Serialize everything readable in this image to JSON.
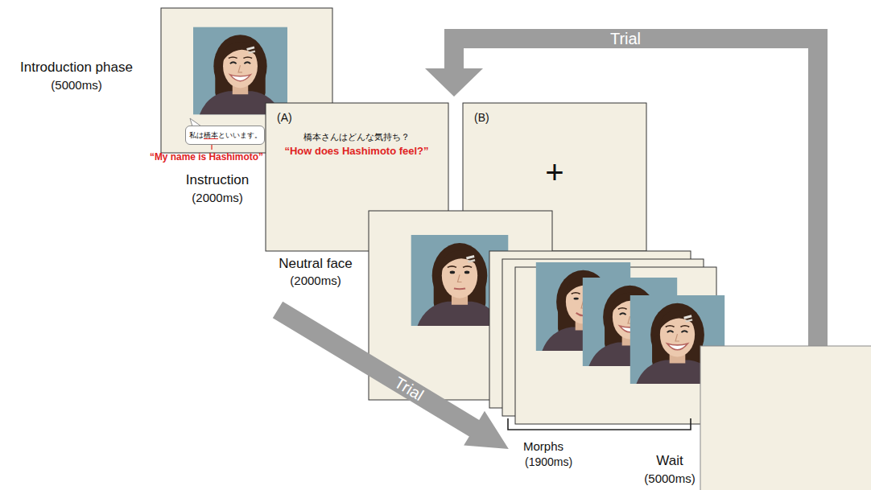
{
  "diagram": {
    "nodes": [
      {
        "text": [
          "“My name is Hashimoto”"
        ]
      },
      {
        "text": [
          "私は橋本といいます。"
        ],
        "in": 0
      },
      {
        "text": [
          "(A)",
          "橋本さんはどんな気持ち？",
          "“How does Hashimoto feel?”"
        ]
      },
      {
        "text": [
          "(B)",
          "+"
        ]
      }
    ],
    "labels": [
      "Introduction phase",
      "(5000ms)",
      "Instruction",
      "(2000ms)",
      "Trial",
      "Neutral face",
      "(2000ms)",
      "Trial",
      "Morphs",
      "(1900ms)",
      "Wait",
      "(5000ms)"
    ]
  }
}
